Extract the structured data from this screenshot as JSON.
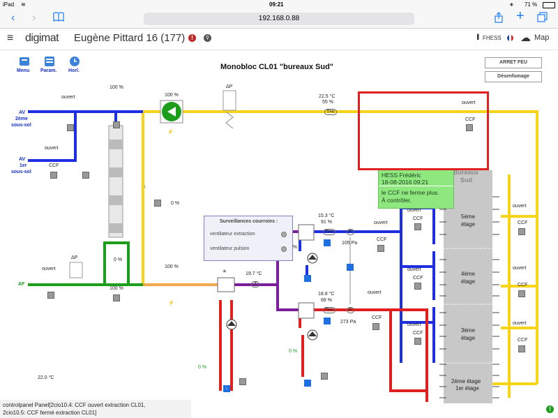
{
  "status_bar": {
    "device": "iPad",
    "time": "09:21",
    "battery": "71 %"
  },
  "browser": {
    "url": "192.168.0.88"
  },
  "app": {
    "logo": "digimat",
    "site_title": "Eugène Pittard 16 (177)",
    "user": "FHESS",
    "map_label": "Map"
  },
  "nav": {
    "menu": "Menu",
    "param": "Param.",
    "horl": "Horl."
  },
  "title": "Monobloc CL01  \"bureaux Sud\"",
  "buttons": {
    "arret_feu": "ARRET FEU",
    "desenfumage": "Désenfumage"
  },
  "inlets": {
    "av2": [
      "AV",
      "2ème",
      "sous-sol"
    ],
    "av1": [
      "AV",
      "1er",
      "sous-sol"
    ],
    "af": "AF"
  },
  "labels": {
    "ouvert": "ouvert",
    "ccf": "CCF",
    "pct100": "100 %",
    "pct0": "0 %",
    "pct34": "34 %",
    "dp": "ΔP",
    "temp_ext": "22.5 °C",
    "hum_ext": "55 %",
    "thr": "THr",
    "temp_ret": "15.3 °C",
    "hum_ret": "91 %",
    "press_ret": "105 Pa",
    "temp_sup": "18.8 °C",
    "hum_sup": "68 %",
    "press_sup": "273 Pa",
    "temp_mix": "19.7 °C",
    "temp_out": "22.0 °C",
    "t": "T",
    "p": "P"
  },
  "surveillance": {
    "title": "Surveillances courroies :",
    "extraction": "ventilateur extraction",
    "pulsion": "ventilateur pulsion"
  },
  "popup": {
    "author": "HESS Frédéric",
    "date": "18-08-2016 09:21",
    "message1": "le CCF ne ferme plus.",
    "message2": "À contrôler."
  },
  "floors": {
    "header": [
      "Bureaux",
      "Sud"
    ],
    "f5": [
      "5ème",
      "étage"
    ],
    "f4": [
      "4ème",
      "étage"
    ],
    "f3": [
      "3ème",
      "étage"
    ],
    "f21": [
      "2ème étage",
      "1er étage"
    ]
  },
  "footer": {
    "line1": "controlpanel Panel[2cio10.4: CCF ouvert extraction CL01,",
    "line2": "2cio10.5: CCF fermé extraction CL01]"
  },
  "colors": {
    "supply_yellow": "#f7d417",
    "blue": "#1d2fe0",
    "green": "#1c9e1c",
    "purple": "#7a1e9a",
    "red": "#e02020",
    "orange": "#f4a64a"
  }
}
